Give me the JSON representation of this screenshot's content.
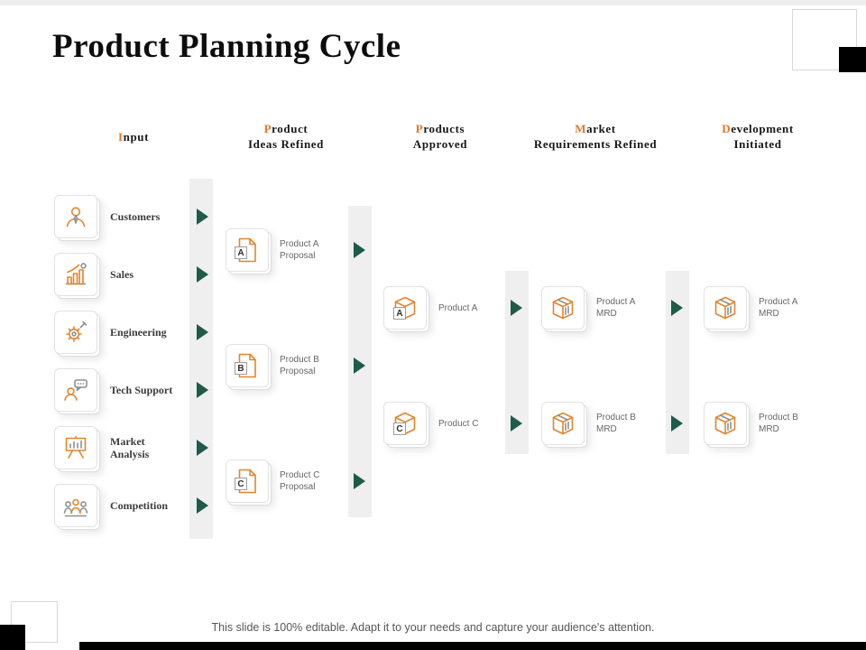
{
  "slide": {
    "title": "Product Planning Cycle",
    "footer": "This slide is 100% editable. Adapt it to your needs and capture your audience's attention."
  },
  "headers": [
    {
      "first": "I",
      "rest": "nput",
      "line2": ""
    },
    {
      "first": "P",
      "rest": "roduct",
      "line2": "Ideas Refined"
    },
    {
      "first": "P",
      "rest": "roducts",
      "line2": "Approved"
    },
    {
      "first": "M",
      "rest": "arket",
      "line2": "Requirements Refined"
    },
    {
      "first": "D",
      "rest": "evelopment",
      "line2": "Initiated"
    }
  ],
  "input_items": [
    {
      "label": "Customers",
      "icon": "customers-person-icon"
    },
    {
      "label": "Sales",
      "icon": "sales-chart-icon"
    },
    {
      "label": "Engineering",
      "icon": "engineering-gear-icon"
    },
    {
      "label": "Tech Support",
      "icon": "tech-support-chat-icon"
    },
    {
      "label": "Market Analysis",
      "icon": "market-analysis-presentation-icon"
    },
    {
      "label": "Competition",
      "icon": "competition-people-icon"
    }
  ],
  "proposals": [
    {
      "letter": "A",
      "line1": "Product A",
      "line2": "Proposal"
    },
    {
      "letter": "B",
      "line1": "Product B",
      "line2": "Proposal"
    },
    {
      "letter": "C",
      "line1": "Product C",
      "line2": "Proposal"
    }
  ],
  "approved": [
    {
      "letter": "A",
      "label": "Product A"
    },
    {
      "letter": "C",
      "label": "Product C"
    }
  ],
  "mrd": [
    {
      "line1": "Product A",
      "line2": "MRD"
    },
    {
      "line1": "Product B",
      "line2": "MRD"
    }
  ],
  "development": [
    {
      "line1": "Product A",
      "line2": "MRD"
    },
    {
      "line1": "Product B",
      "line2": "MRD"
    }
  ],
  "colors": {
    "accent_orange": "#E2772A",
    "icon_orange": "#E0862E",
    "arrow_green": "#1E5B4A",
    "connector_gray": "#EFEFEF"
  }
}
